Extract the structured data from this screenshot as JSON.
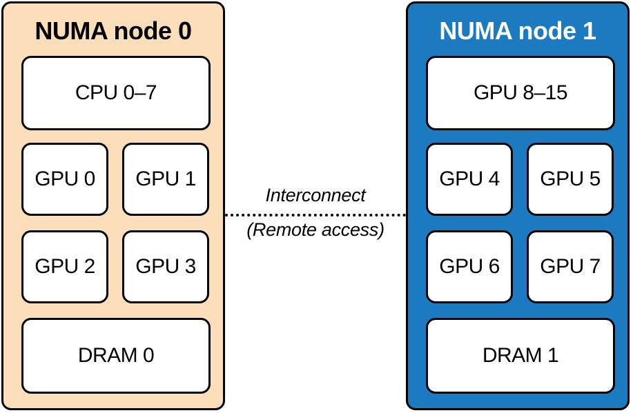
{
  "colors": {
    "node0_fill": "#FDDEBB",
    "node0_title": "#000000",
    "node1_fill": "#1C7AC1",
    "node1_title": "#FFFFFF"
  },
  "node0": {
    "title": "NUMA node 0",
    "cpu": "CPU 0–7",
    "gpus": [
      "GPU 0",
      "GPU 1",
      "GPU 2",
      "GPU 3"
    ],
    "dram": "DRAM 0"
  },
  "node1": {
    "title": "NUMA node 1",
    "top": "GPU 8–15",
    "gpus": [
      "GPU 4",
      "GPU 5",
      "GPU 6",
      "GPU 7"
    ],
    "dram": "DRAM 1"
  },
  "interconnect": {
    "label": "Interconnect",
    "sublabel": "(Remote access)"
  }
}
